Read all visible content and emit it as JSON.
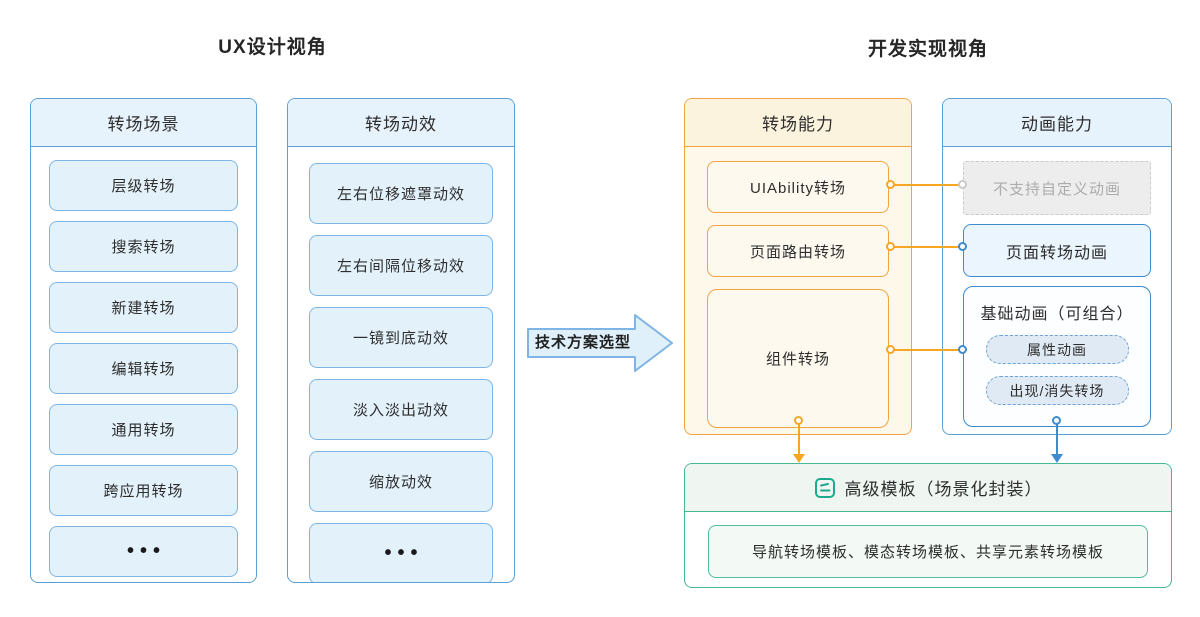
{
  "titles": {
    "left": "UX设计视角",
    "right": "开发实现视角"
  },
  "flow_arrow": {
    "label": "技术方案选型"
  },
  "scene_column": {
    "header": "转场场景",
    "items": [
      "层级转场",
      "搜索转场",
      "新建转场",
      "编辑转场",
      "通用转场",
      "跨应用转场",
      "•••"
    ]
  },
  "effect_column": {
    "header": "转场动效",
    "items": [
      "左右位移遮罩动效",
      "左右间隔位移动效",
      "一镜到底动效",
      "淡入淡出动效",
      "缩放动效",
      "•••"
    ]
  },
  "capability_column": {
    "header": "转场能力",
    "items": [
      "UIAbility转场",
      "页面路由转场",
      "组件转场"
    ]
  },
  "animation_column": {
    "header": "动画能力",
    "disabled_item": "不支持自定义动画",
    "page_transition_item": "页面转场动画",
    "group_title": "基础动画（可组合）",
    "pills": [
      "属性动画",
      "出现/消失转场"
    ]
  },
  "template_section": {
    "title": "高级模板（场景化封装）",
    "body": "导航转场模板、模态转场模板、共享元素转场模板"
  },
  "colors": {
    "blue_border": "#5C9FD6",
    "blue_fill": "#E3F1FB",
    "strong_blue": "#3E8BD0",
    "orange": "#F5A623",
    "orange_fill": "#FDF8EA",
    "gray_disabled": "#EDEDED",
    "teal": "#45B795"
  }
}
